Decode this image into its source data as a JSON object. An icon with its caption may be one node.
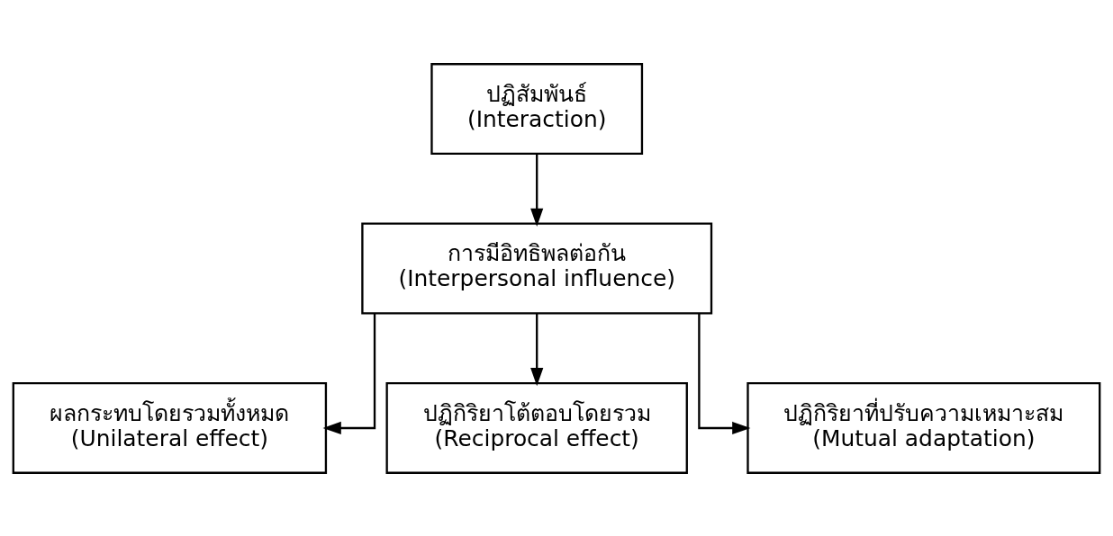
{
  "diagram": {
    "nodes": [
      {
        "text": [
          "ปฏิสัมพันธ์",
          "(Interaction)"
        ]
      },
      {
        "text": [
          "การมีอิทธิพลต่อกัน",
          "(Interpersonal influence)"
        ]
      },
      {
        "text": [
          "ผลกระทบโดยรวมทั้งหมด",
          "(Unilateral effect)"
        ]
      },
      {
        "text": [
          "ปฏิกิริยาโต้ตอบโดยรวม",
          "(Reciprocal effect)"
        ]
      },
      {
        "text": [
          "ปฏิกิริยาที่ปรับความเหมาะสม",
          "(Mutual adaptation)"
        ]
      }
    ],
    "edges": [
      {
        "from": 0,
        "to": 1,
        "arrow": "to"
      },
      {
        "from": 1,
        "to": 2,
        "arrow": "to"
      },
      {
        "from": 1,
        "to": 3,
        "arrow": "to"
      },
      {
        "from": 1,
        "to": 4,
        "arrow": "to"
      }
    ]
  }
}
